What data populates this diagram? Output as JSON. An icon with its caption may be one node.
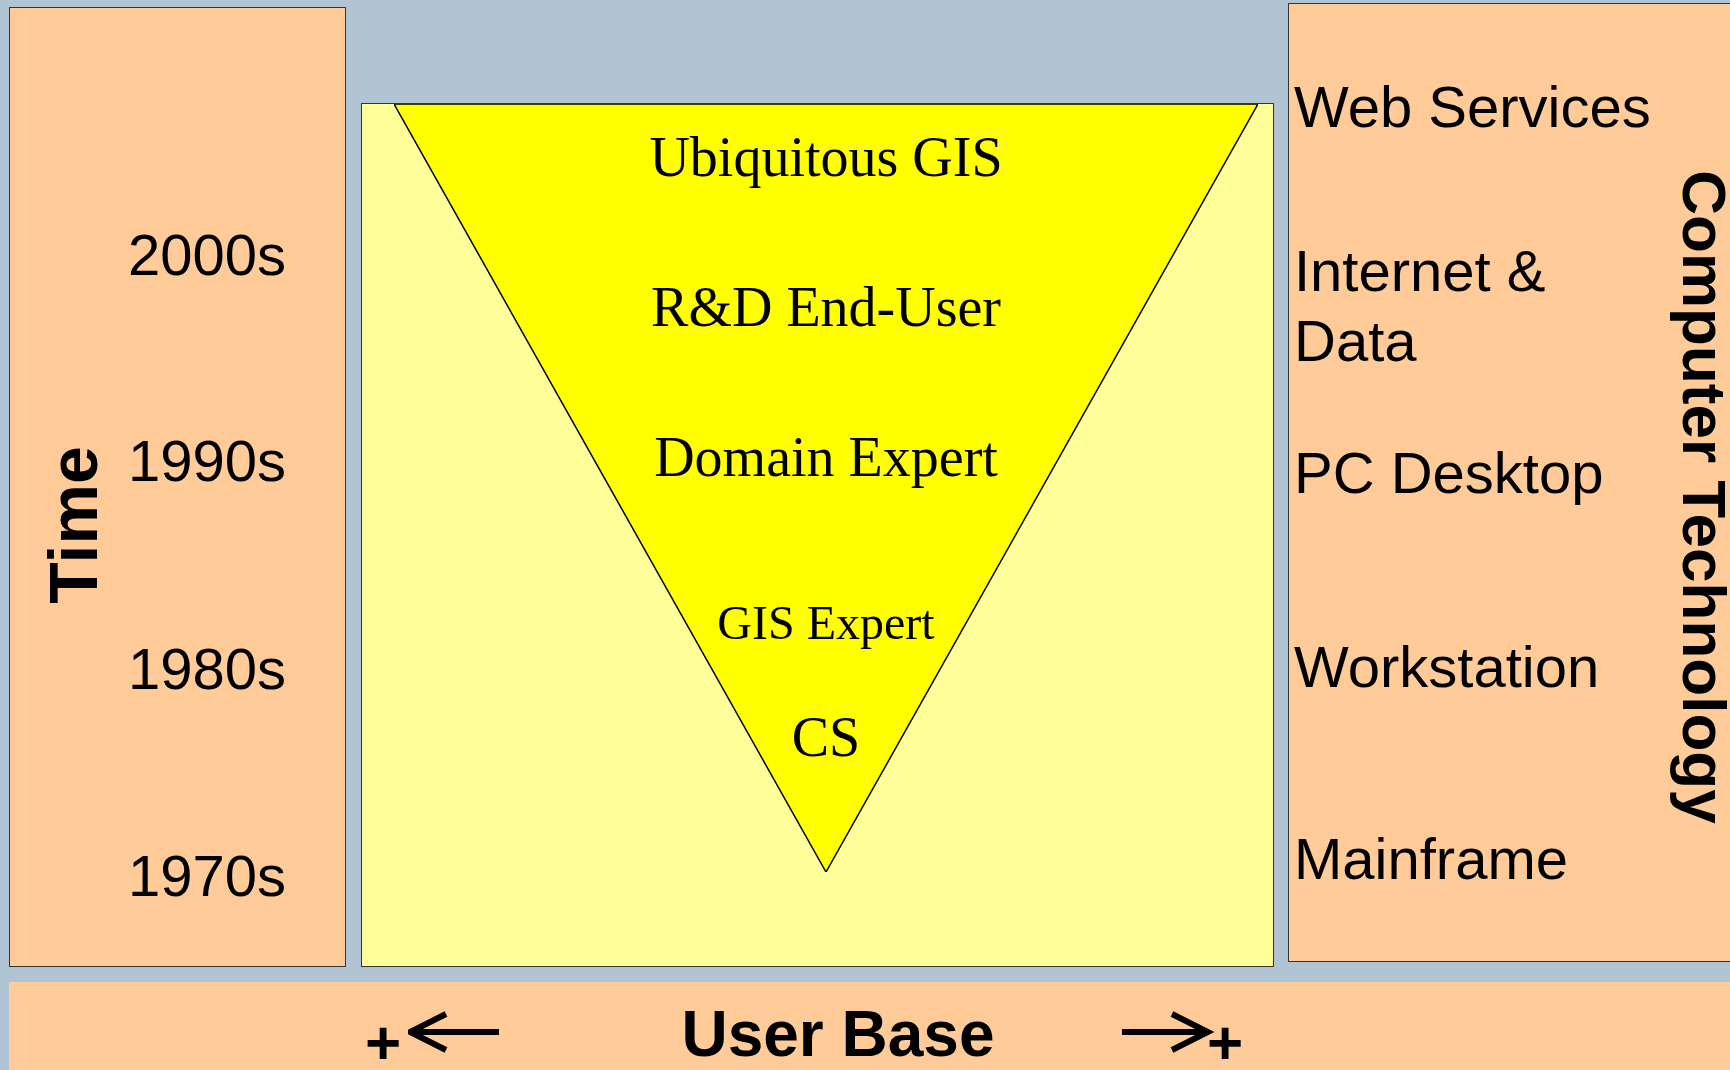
{
  "diagram": {
    "nodes": [
      {
        "text": [
          "Time"
        ]
      },
      {
        "text": [],
        "shape": "box"
      },
      {
        "text": [
          "Ubiquitous GIS",
          "R&D End-User",
          "Domain Expert",
          "GIS Expert",
          "CS"
        ],
        "in": 1
      },
      {
        "text": [
          "Computer Technology"
        ]
      },
      {
        "text": [
          "User Base"
        ]
      }
    ],
    "labels": [
      "2000s",
      "1990s",
      "1980s",
      "1970s",
      "Web Services",
      "Internet & Data",
      "PC Desktop",
      "Workstation",
      "Mainframe",
      "+",
      "+"
    ]
  }
}
